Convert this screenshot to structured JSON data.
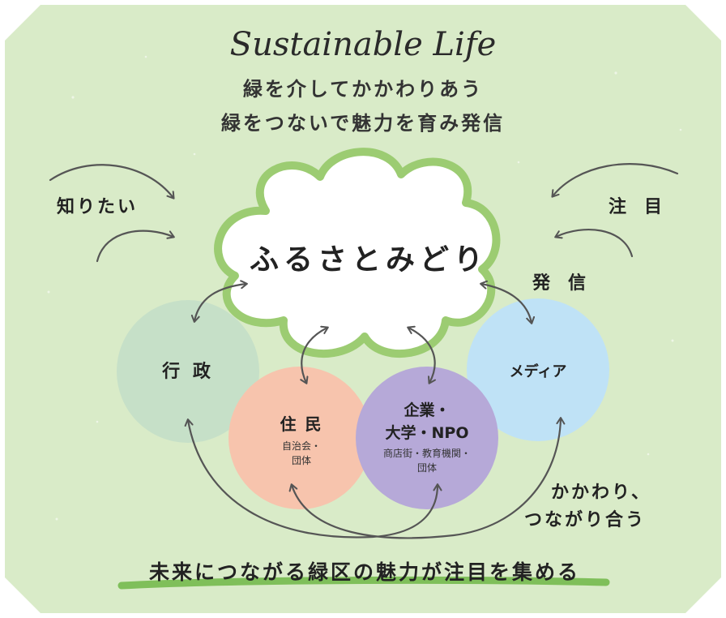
{
  "title": "Sustainable Life",
  "subtitle_lines": [
    "緑を介してかかわりあう",
    "緑をつないで魅力を育み発信"
  ],
  "center_label": "ふるさとみどり",
  "left_label": "知りたい",
  "right_label": "注　目",
  "hasshin_label": "発　信",
  "nodes": {
    "gyosei": {
      "label": "行 政"
    },
    "jumin": {
      "label": "住 民",
      "sub1": "自治会・",
      "sub2": "団体"
    },
    "kigyo": {
      "label1": "企業・",
      "label2": "大学・NPO",
      "sub1": "商店街・教育機関・",
      "sub2": "団体"
    },
    "media": {
      "label": "メディア"
    }
  },
  "relation_lines": [
    "かかわり、",
    "つながり合う"
  ],
  "footer": "未来につながる緑区の魅力が注目を集める",
  "colors": {
    "background": "#d9ebc8",
    "cloud_outline": "#9ccc72",
    "gyosei": "#c6e0c8",
    "jumin": "#f7c4ad",
    "kigyo": "#b6a9d8",
    "media": "#bfe2f6",
    "arrow": "#555555",
    "underline": "#7fbf5a"
  }
}
